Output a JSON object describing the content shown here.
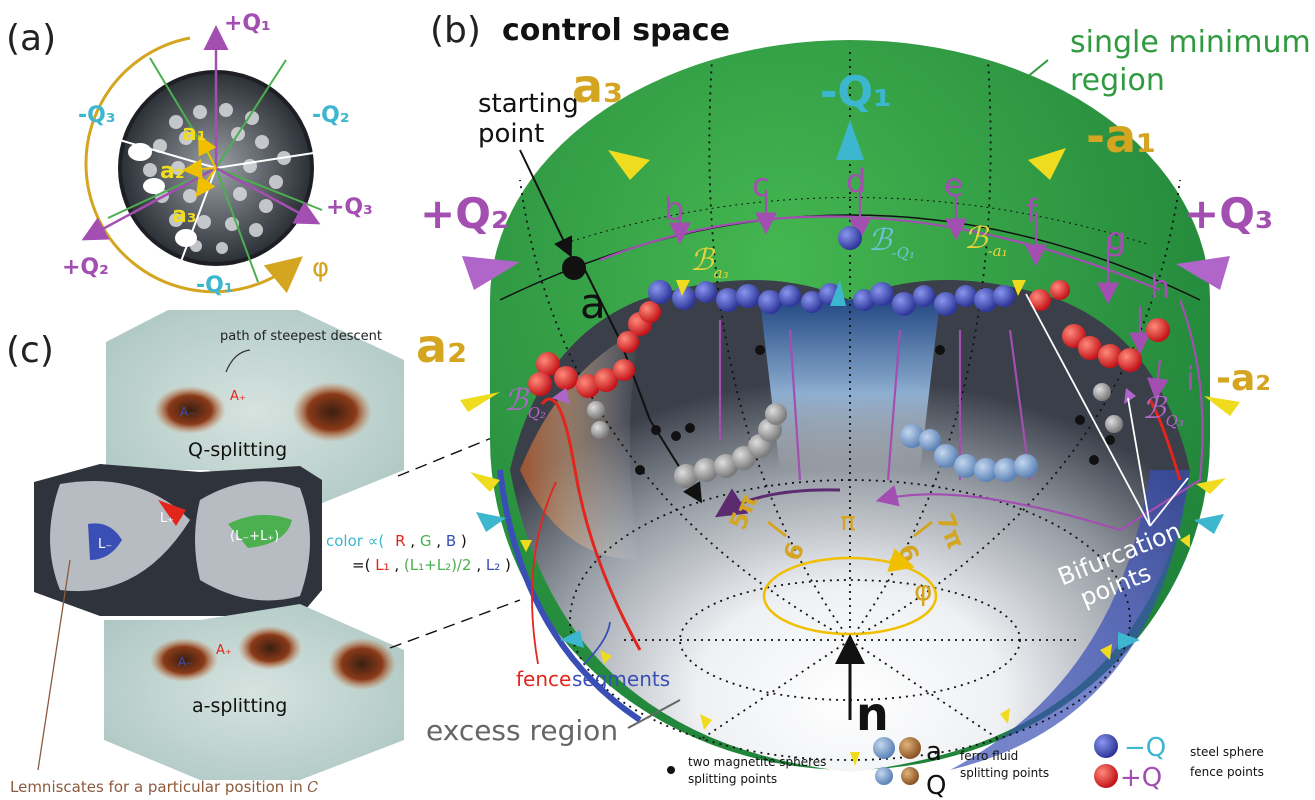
{
  "panel_labels": {
    "a": "(a)",
    "b": "(b)",
    "c": "(c)"
  },
  "panel_a": {
    "plus_q1": "+Q₁",
    "minus_q2": "-Q₂",
    "minus_q3": "-Q₃",
    "plus_q3": "+Q₃",
    "plus_q2": "+Q₂",
    "minus_q1": "-Q₁",
    "a1": "a₁",
    "a2": "a₂",
    "a3": "a₃",
    "phi": "φ"
  },
  "panel_b": {
    "title": "control space",
    "single_min_line1": "single minimum",
    "single_min_line2": "region",
    "starting_line1": "starting",
    "starting_line2": "point",
    "a3": "a₃",
    "minus_q1": "-Q₁",
    "minus_a1": "-a₁",
    "plus_q2": "+Q₂",
    "plus_q3": "+Q₃",
    "a2": "a₂",
    "minus_a2": "-a₂",
    "path_letters": [
      "a",
      "b",
      "c",
      "d",
      "e",
      "f",
      "g",
      "h",
      "i"
    ],
    "b_a3": "ℬ",
    "b_a3_sub": "a₃",
    "b_mq1": "ℬ",
    "b_mq1_sub": "-Q₁",
    "b_ma1": "ℬ",
    "b_ma1_sub": "-a₁",
    "b_q2": "ℬ",
    "b_q2_sub": "Q₂",
    "b_q3": "ℬ",
    "b_q3_sub": "Q₃",
    "five_pi_num": "5π",
    "five_pi_den": "6",
    "pi": "π",
    "seven_pi_num": "7π",
    "seven_pi_den": "6",
    "phi": "φ",
    "bif_line1": "Bifurcation",
    "bif_line2": "points",
    "fence": "fence",
    "segments": "segments",
    "n": "n",
    "excess": "excess region"
  },
  "panel_c": {
    "path_label": "path of steepest descent",
    "a_plus": "A₊",
    "a_minus": "A₋",
    "q_split": "Q-splitting",
    "a_split": "a-splitting",
    "l_plus": "L₊",
    "l_minus": "L₋",
    "l_sum": "(L₋+L₊)",
    "color_prefix": "color ∝(",
    "color_rgb_r": "R",
    "color_rgb_g": "G",
    "color_rgb_b": "B",
    "color_line2_prefix": "=(",
    "color_l1": "L₁",
    "color_mid": "(L₁+L₂)/2",
    "color_l2": "L₂",
    "lemniscates": "Lemniscates for a particular position in 𝐶"
  },
  "legend": {
    "magnetite_line1": "two magnetite spheres",
    "magnetite_line2": "splitting points",
    "a": "a",
    "q": "Q",
    "ferro_line1": "ferro fluid",
    "ferro_line2": "splitting points",
    "minus_q": "−Q",
    "plus_q": "+Q",
    "steel_line1": "steel sphere",
    "steel_line2": "fence points"
  },
  "colors": {
    "magenta": "#a24fb1",
    "cyan": "#3db7cf",
    "gold": "#d4a520",
    "green": "#2f9a3f",
    "red": "#e2261d",
    "blue": "#3a4fb5",
    "steel_blue": "#4b5bd0"
  }
}
